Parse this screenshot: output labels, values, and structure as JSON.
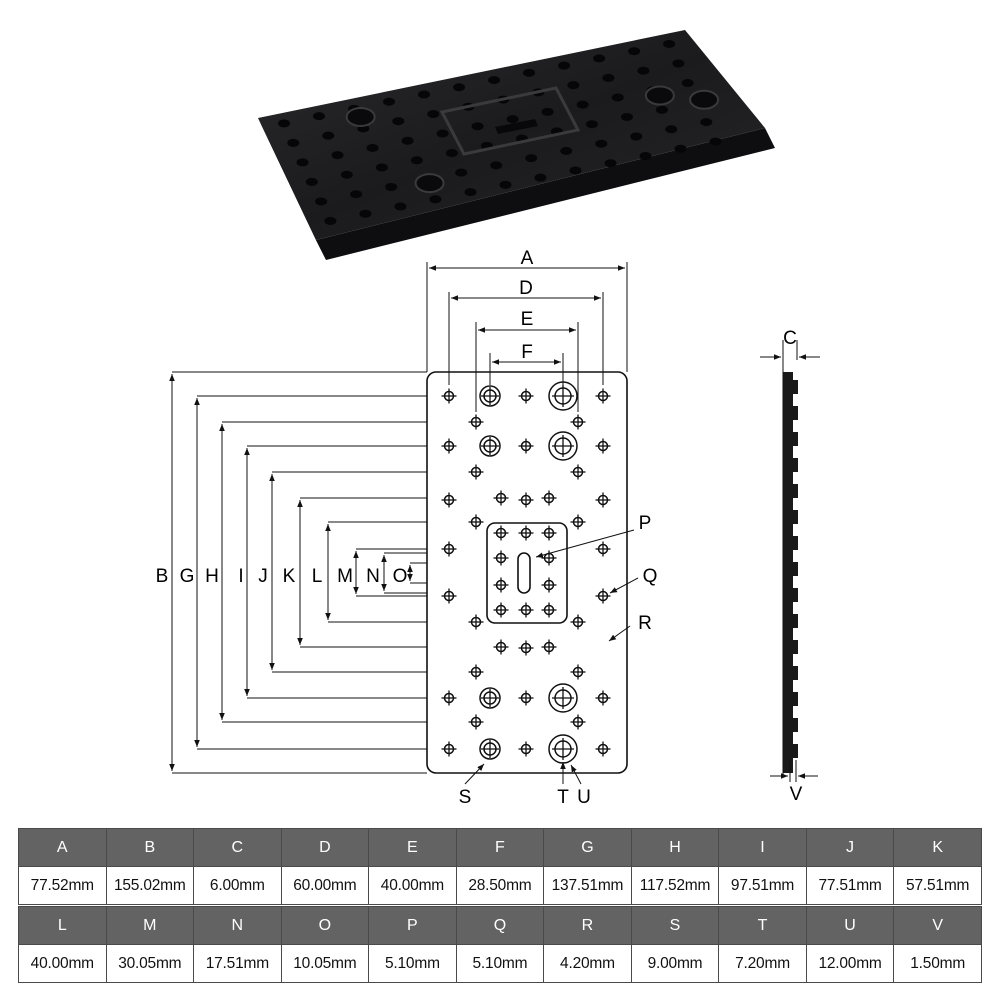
{
  "diagram": {
    "dimension_letters": [
      "A",
      "B",
      "C",
      "D",
      "E",
      "F",
      "G",
      "H",
      "I",
      "J",
      "K",
      "L",
      "M",
      "N",
      "O",
      "P",
      "Q",
      "R",
      "S",
      "T",
      "U",
      "V"
    ]
  },
  "specs": {
    "row1": [
      {
        "label": "A",
        "value": "77.52mm"
      },
      {
        "label": "B",
        "value": "155.02mm"
      },
      {
        "label": "C",
        "value": "6.00mm"
      },
      {
        "label": "D",
        "value": "60.00mm"
      },
      {
        "label": "E",
        "value": "40.00mm"
      },
      {
        "label": "F",
        "value": "28.50mm"
      },
      {
        "label": "G",
        "value": "137.51mm"
      },
      {
        "label": "H",
        "value": "117.52mm"
      },
      {
        "label": "I",
        "value": "97.51mm"
      },
      {
        "label": "J",
        "value": "77.51mm"
      },
      {
        "label": "K",
        "value": "57.51mm"
      }
    ],
    "row2": [
      {
        "label": "L",
        "value": "40.00mm"
      },
      {
        "label": "M",
        "value": "30.05mm"
      },
      {
        "label": "N",
        "value": "17.51mm"
      },
      {
        "label": "O",
        "value": "10.05mm"
      },
      {
        "label": "P",
        "value": "5.10mm"
      },
      {
        "label": "Q",
        "value": "5.10mm"
      },
      {
        "label": "R",
        "value": "4.20mm"
      },
      {
        "label": "S",
        "value": "9.00mm"
      },
      {
        "label": "T",
        "value": "7.20mm"
      },
      {
        "label": "U",
        "value": "12.00mm"
      },
      {
        "label": "V",
        "value": "1.50mm"
      }
    ]
  },
  "colors": {
    "plate": "#1c1c1e",
    "line": "#111111",
    "header": "#636363"
  }
}
